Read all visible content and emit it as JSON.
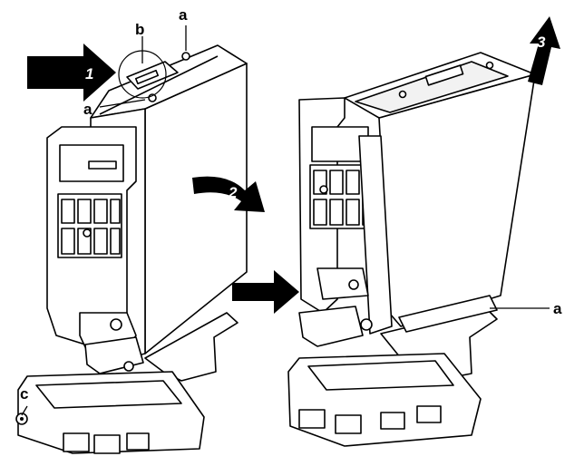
{
  "figure": {
    "callouts": {
      "b": "b",
      "a_top": "a",
      "a_left": "a",
      "c": "c",
      "a_right": "a"
    },
    "steps": {
      "one": "1",
      "two": "2",
      "three": "3"
    },
    "colors": {
      "ink": "#000000",
      "arrow": "#000000",
      "arrow_text": "#ffffff",
      "paper": "#ffffff",
      "shade": "#d9d9d9"
    },
    "icons": {
      "push_arrow": "push-arrow-icon",
      "rotate_arrow": "rotate-arrow-icon",
      "lift_arrow": "lift-arrow-icon",
      "transition_arrow": "right-arrow-icon"
    }
  }
}
